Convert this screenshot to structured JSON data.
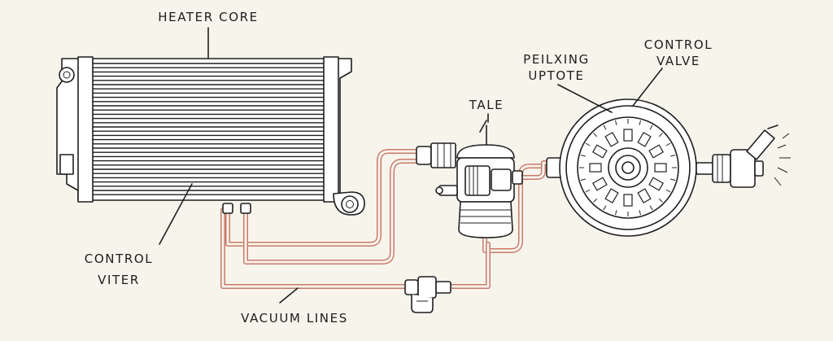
{
  "labels": {
    "heater_core": "HEATER CORE",
    "control_valve_line1": "CONTROL",
    "control_valve_line2": "VALVE",
    "peilxing_line1": "PEILXING",
    "peilxing_line2": "UPTOTE",
    "tale": "TALE",
    "control_viter_line1": "CONTROL",
    "control_viter_line2": "VITER",
    "vacuum_lines": "VACUUM LINES"
  },
  "colors": {
    "background": "#f7f4ec",
    "line": "#1f1f1f",
    "vacuum_line": "#c97a6a"
  }
}
